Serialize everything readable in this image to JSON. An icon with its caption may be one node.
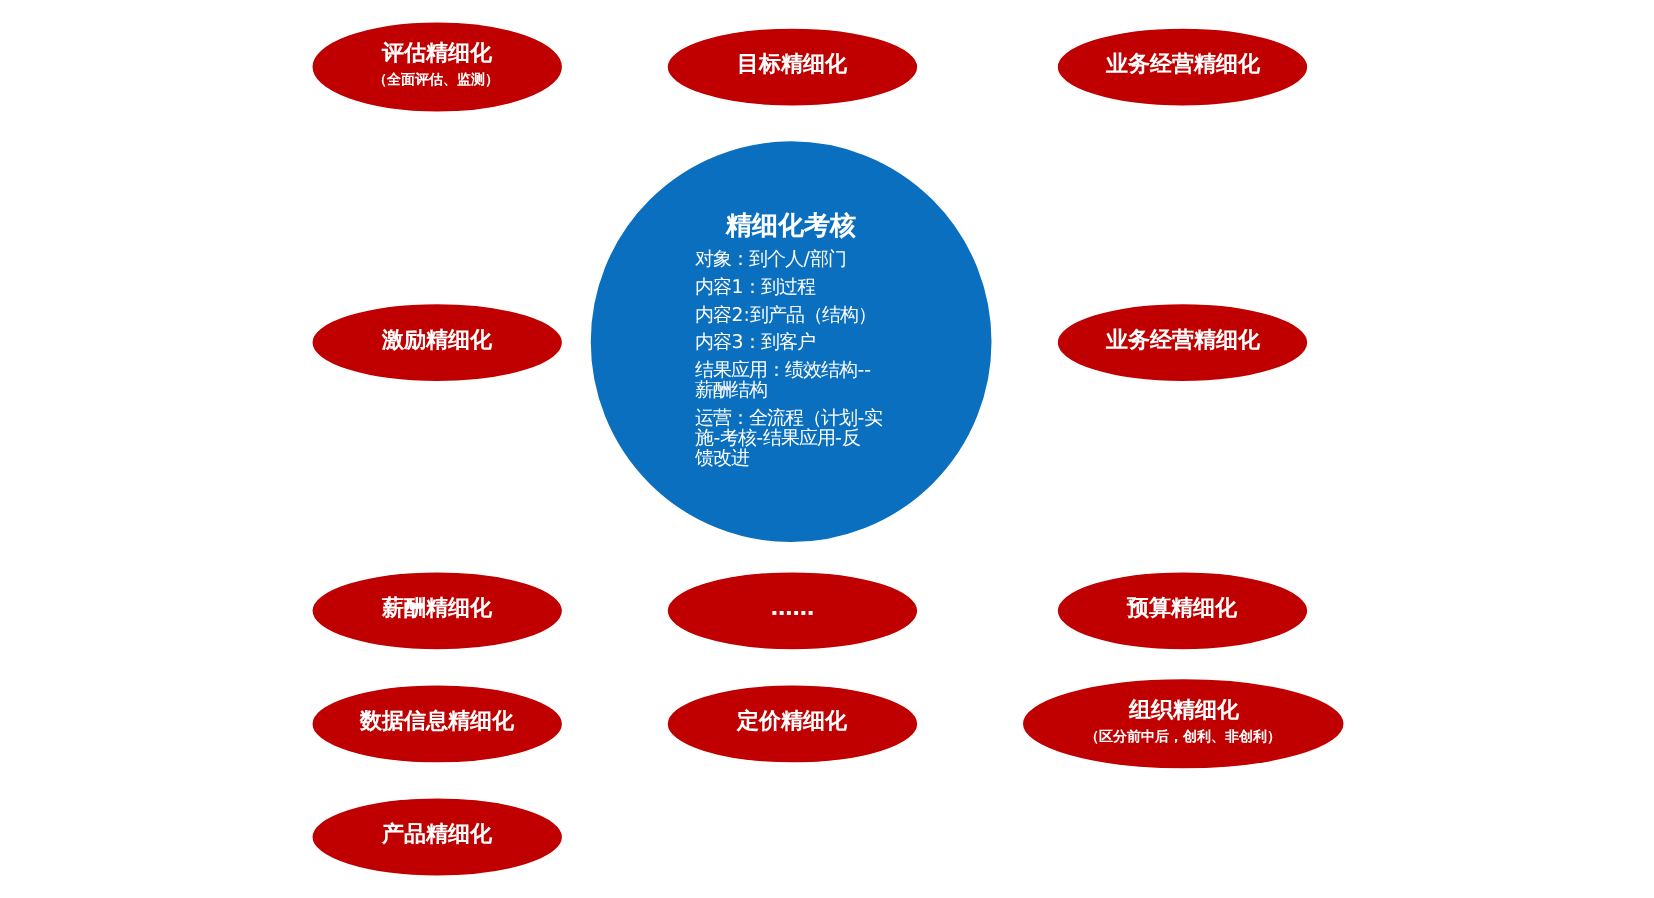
{
  "diagram": {
    "nodes": [
      {
        "text": [
          "精细化考核",
          "对象：到个人/部门",
          "内容1：到过程",
          "内容2:到产品（结构）",
          "内容3：到客户",
          "结果应用：绩效结构--薪酬结构",
          "运营：全流程（计划-实施-考核-结果应用-反馈改进"
        ]
      },
      {
        "text": [
          "目标精细化"
        ]
      },
      {
        "text": [
          "业务经营精细化"
        ]
      },
      {
        "text": [
          "业务经营精细化"
        ]
      },
      {
        "text": [
          "预算精细化"
        ]
      },
      {
        "text": [
          "组织精细化",
          "（区分前中后，创利、非创利）"
        ]
      },
      {
        "text": [
          "产品精细化"
        ]
      },
      {
        "text": [
          "定价精细化"
        ]
      },
      {
        "text": [
          "……"
        ]
      },
      {
        "text": [
          "数据信息精细化"
        ]
      },
      {
        "text": [
          "薪酬精细化"
        ]
      },
      {
        "text": [
          "激励精细化"
        ]
      },
      {
        "text": [
          "评估精细化",
          "（全面评估、监测）"
        ]
      }
    ],
    "edges": []
  }
}
